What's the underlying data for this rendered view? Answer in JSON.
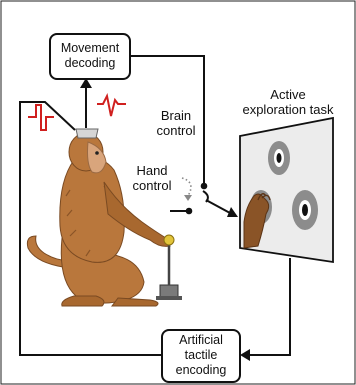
{
  "labels": {
    "movement_decoding": [
      "Movement",
      "decoding"
    ],
    "brain_control": [
      "Brain",
      "control"
    ],
    "hand_control": [
      "Hand",
      "control"
    ],
    "active_task": [
      "Active",
      "exploration task"
    ],
    "tactile_encoding": [
      "Artificial",
      "tactile",
      "encoding"
    ]
  },
  "colors": {
    "line": "#111111",
    "signal": "#d0201f",
    "monkey_fur": "#b9773c",
    "monkey_dark": "#8a5427",
    "monkey_face": "#d9a57c",
    "screen_fill": "#ececec",
    "target_outer": "#8c8c8c",
    "joystick_knob": "#e2c43a"
  }
}
